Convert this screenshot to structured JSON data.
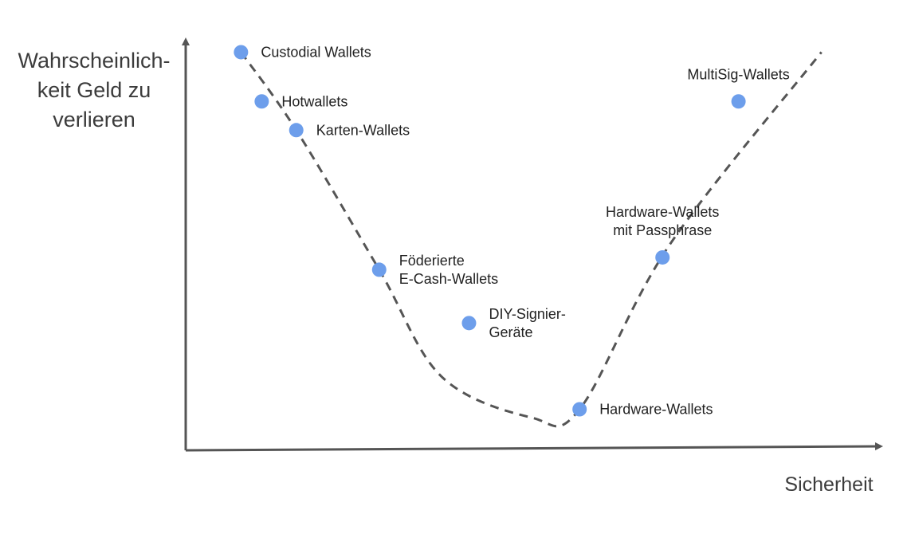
{
  "chart_data": {
    "type": "scatter",
    "xlabel": "Sicherheit",
    "ylabel": "Wahrscheinlich-keit Geld zu verlieren",
    "point_color": "#6d9eeb",
    "curve_color": "#555555",
    "axis_color": "#555555",
    "points": [
      {
        "x": 0.08,
        "y": 0.97,
        "label_lines": [
          "Custodial Wallets"
        ],
        "label_side": "right"
      },
      {
        "x": 0.11,
        "y": 0.85,
        "label_lines": [
          "Hotwallets"
        ],
        "label_side": "right"
      },
      {
        "x": 0.16,
        "y": 0.78,
        "label_lines": [
          "Karten-Wallets"
        ],
        "label_side": "right"
      },
      {
        "x": 0.28,
        "y": 0.44,
        "label_lines": [
          "Föderierte",
          "E-Cash-Wallets"
        ],
        "label_side": "right"
      },
      {
        "x": 0.41,
        "y": 0.31,
        "label_lines": [
          "DIY-Signier-",
          "Geräte"
        ],
        "label_side": "right"
      },
      {
        "x": 0.57,
        "y": 0.1,
        "label_lines": [
          "Hardware-Wallets"
        ],
        "label_side": "right"
      },
      {
        "x": 0.69,
        "y": 0.47,
        "label_lines": [
          "Hardware-Wallets",
          "mit Passphrase"
        ],
        "label_side": "above"
      },
      {
        "x": 0.8,
        "y": 0.85,
        "label_lines": [
          "MultiSig-Wallets"
        ],
        "label_side": "above"
      }
    ],
    "trend_curve": {
      "style": "dashed",
      "points": [
        [
          0.08,
          0.97
        ],
        [
          0.16,
          0.78
        ],
        [
          0.28,
          0.44
        ],
        [
          0.37,
          0.18
        ],
        [
          0.5,
          0.08
        ],
        [
          0.57,
          0.1
        ],
        [
          0.7,
          0.5
        ],
        [
          0.92,
          0.97
        ]
      ]
    }
  }
}
